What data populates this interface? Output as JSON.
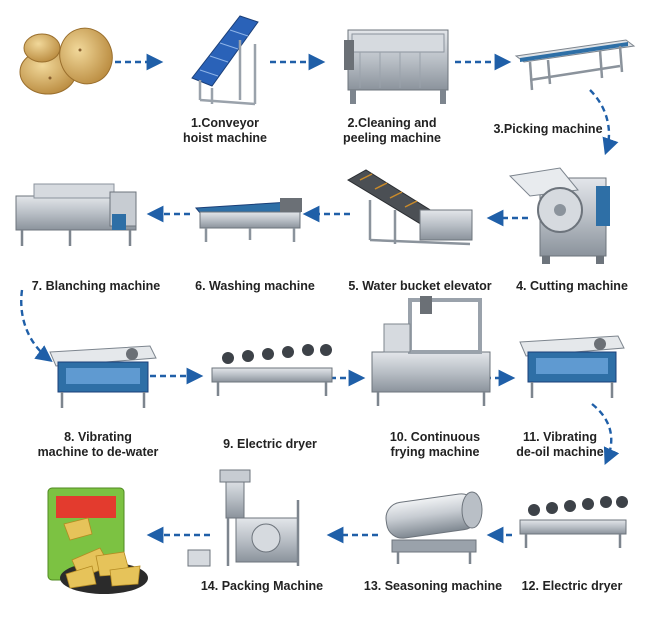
{
  "colors": {
    "arrow": "#1f5fa8",
    "steel": "#b9bfc6",
    "steel_dark": "#7d858e",
    "frame": "#2e6fa6",
    "belt_blue": "#2a62b8",
    "potato": "#d9b46a",
    "chips": "#e6c35a",
    "bag_green": "#7cc242"
  },
  "steps": [
    {
      "id": 0,
      "name": "Potatoes",
      "label": ""
    },
    {
      "id": 1,
      "name": "Conveyor hoist machine",
      "label_lines": [
        "1.Conveyor",
        "hoist machine"
      ]
    },
    {
      "id": 2,
      "name": "Cleaning and peeling machine",
      "label_lines": [
        "2.Cleaning and",
        "peeling machine"
      ]
    },
    {
      "id": 3,
      "name": "Picking machine",
      "label_lines": [
        "3.Picking machine"
      ]
    },
    {
      "id": 4,
      "name": "Cutting machine",
      "label_lines": [
        "4. Cutting machine"
      ]
    },
    {
      "id": 5,
      "name": "Water bucket elevator",
      "label_lines": [
        "5. Water bucket elevator"
      ]
    },
    {
      "id": 6,
      "name": "Washing machine",
      "label_lines": [
        "6. Washing machine"
      ]
    },
    {
      "id": 7,
      "name": "Blanching machine",
      "label_lines": [
        "7. Blanching machine"
      ]
    },
    {
      "id": 8,
      "name": "Vibrating machine to de-water",
      "label_lines": [
        "8. Vibrating",
        "machine to de-water"
      ]
    },
    {
      "id": 9,
      "name": "Electric dryer",
      "label_lines": [
        "9. Electric dryer"
      ]
    },
    {
      "id": 10,
      "name": "Continuous frying machine",
      "label_lines": [
        "10. Continuous",
        "frying machine"
      ]
    },
    {
      "id": 11,
      "name": "Vibrating de-oil machine",
      "label_lines": [
        "11. Vibrating",
        "de-oil machine"
      ]
    },
    {
      "id": 12,
      "name": "Electric dryer",
      "label_lines": [
        "12. Electric dryer"
      ]
    },
    {
      "id": 13,
      "name": "Seasoning machine",
      "label_lines": [
        "13. Seasoning machine"
      ]
    },
    {
      "id": 14,
      "name": "Packing Machine",
      "label_lines": [
        "14. Packing Machine"
      ]
    },
    {
      "id": 15,
      "name": "Packaged chips",
      "label": ""
    }
  ]
}
